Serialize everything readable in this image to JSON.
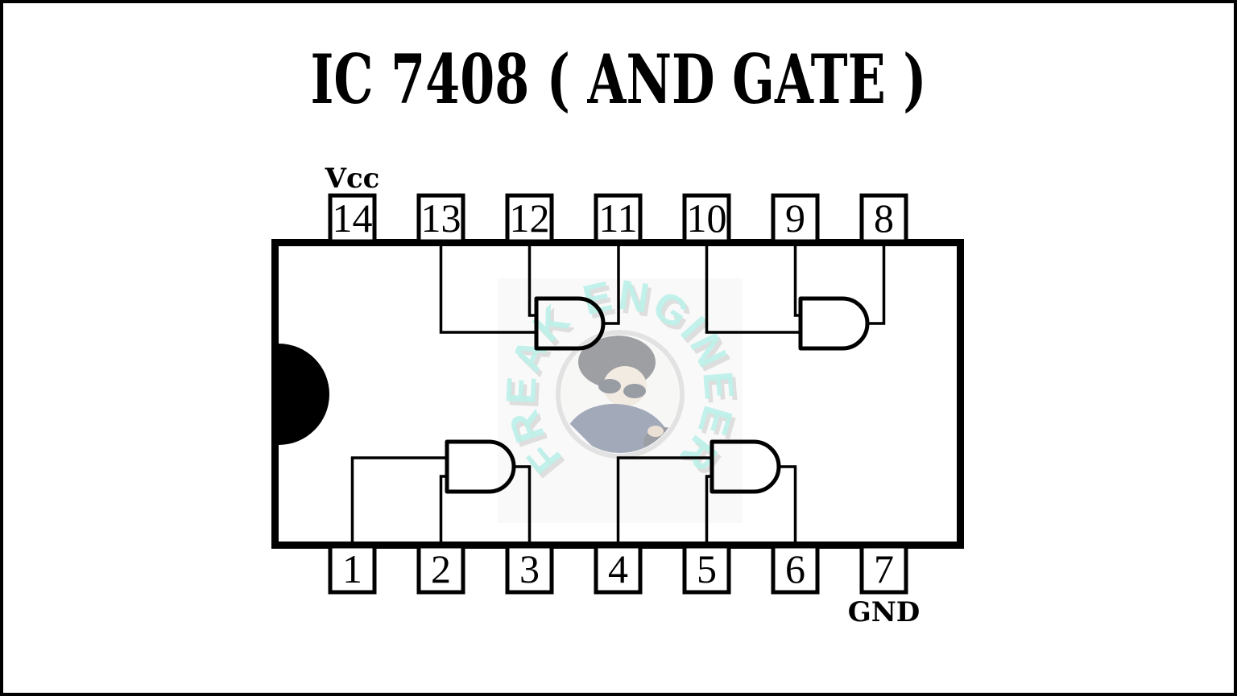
{
  "title": "IC 7408 ( AND GATE )",
  "chip": {
    "name": "IC 7408",
    "gate_type": "AND GATE",
    "top_pins": [
      {
        "number": "14",
        "label": "Vcc"
      },
      {
        "number": "13",
        "label": ""
      },
      {
        "number": "12",
        "label": ""
      },
      {
        "number": "11",
        "label": ""
      },
      {
        "number": "10",
        "label": ""
      },
      {
        "number": "9",
        "label": ""
      },
      {
        "number": "8",
        "label": ""
      }
    ],
    "bottom_pins": [
      {
        "number": "1",
        "label": ""
      },
      {
        "number": "2",
        "label": ""
      },
      {
        "number": "3",
        "label": ""
      },
      {
        "number": "4",
        "label": ""
      },
      {
        "number": "5",
        "label": ""
      },
      {
        "number": "6",
        "label": ""
      },
      {
        "number": "7",
        "label": "GND"
      }
    ],
    "gates": [
      {
        "id": "gate-1",
        "position": "top-left",
        "input_pins": [
          "13",
          "12"
        ],
        "output_pin": "11"
      },
      {
        "id": "gate-2",
        "position": "top-right",
        "input_pins": [
          "10",
          "9"
        ],
        "output_pin": "8"
      },
      {
        "id": "gate-3",
        "position": "bottom-left",
        "input_pins": [
          "1",
          "2"
        ],
        "output_pin": "3"
      },
      {
        "id": "gate-4",
        "position": "bottom-right",
        "input_pins": [
          "4",
          "5"
        ],
        "output_pin": "6"
      }
    ]
  },
  "watermark": {
    "text": "FREAK ENGINEER"
  },
  "colors": {
    "ink": "#000000",
    "background": "#ffffff",
    "watermark_text": "#bdf1ea",
    "watermark_shadow": "#d6d6d6",
    "watermark_ring": "#d0d0d0"
  }
}
